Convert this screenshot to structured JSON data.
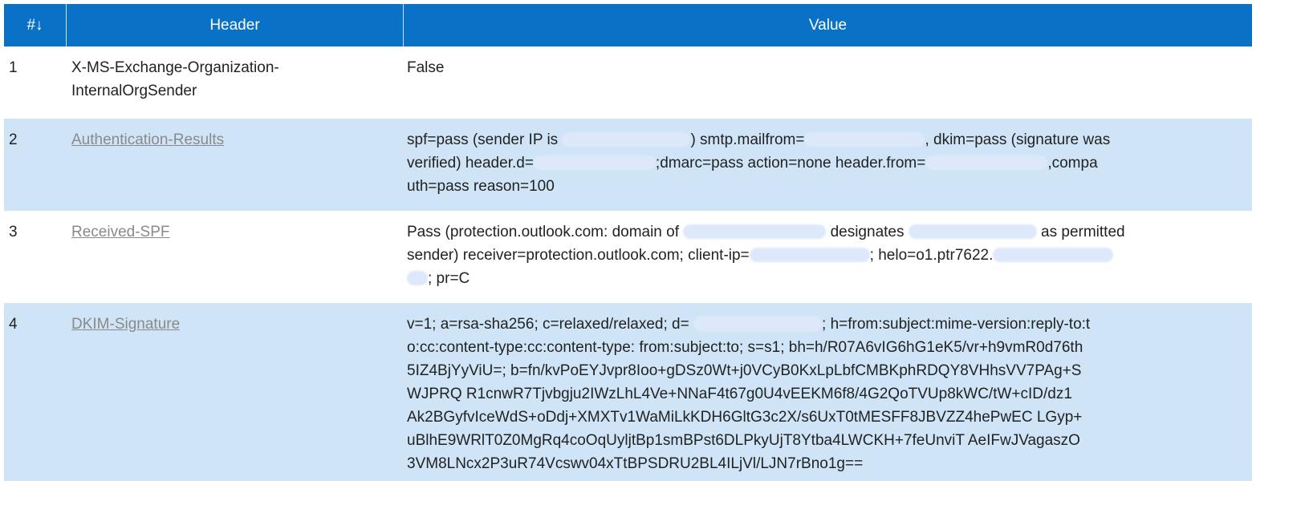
{
  "columns": {
    "num": "#↓",
    "header": "Header",
    "value": "Value"
  },
  "rows": [
    {
      "num": "1",
      "header_lines": [
        "X-MS-Exchange-Organization-",
        "InternalOrgSender"
      ],
      "link": false,
      "value_lines": [
        [
          {
            "t": "False"
          }
        ]
      ]
    },
    {
      "num": "2",
      "header_lines": [
        "Authentication-Results"
      ],
      "link": true,
      "value_lines": [
        [
          {
            "t": "spf=pass (sender IP is "
          },
          {
            "r": 160
          },
          {
            "t": ") smtp.mailfrom="
          },
          {
            "r": 150
          },
          {
            "t": ", dkim=pass (signature was"
          }
        ],
        [
          {
            "t": "verified) header.d="
          },
          {
            "r": 152
          },
          {
            "t": ";dmarc=pass action=none header.from="
          },
          {
            "r": 152
          },
          {
            "t": ",compa"
          }
        ],
        [
          {
            "t": "uth=pass reason=100"
          }
        ]
      ]
    },
    {
      "num": "3",
      "header_lines": [
        "Received-SPF"
      ],
      "link": true,
      "value_lines": [
        [
          {
            "t": "Pass (protection.outlook.com: domain of "
          },
          {
            "r": 178
          },
          {
            "t": " designates "
          },
          {
            "r": 160
          },
          {
            "t": " as permitted"
          }
        ],
        [
          {
            "t": "sender) receiver=protection.outlook.com; client-ip="
          },
          {
            "r": 150
          },
          {
            "t": "; helo=o1.ptr7622."
          },
          {
            "r": 150
          }
        ],
        [
          {
            "r": 26
          },
          {
            "t": "; pr=C"
          }
        ]
      ]
    },
    {
      "num": "4",
      "header_lines": [
        "DKIM-Signature"
      ],
      "link": true,
      "value_lines": [
        [
          {
            "t": "v=1; a=rsa-sha256; c=relaxed/relaxed; d= "
          },
          {
            "r": 160
          },
          {
            "t": "; h=from:subject:mime-version:reply-to:t"
          }
        ],
        [
          {
            "t": "o:cc:content-type:cc:content-type: from:subject:to; s=s1; bh=h/R07A6vIG6hG1eK5/vr+h9vmR0d76th"
          }
        ],
        [
          {
            "t": "5IZ4BjYyViU=; b=fn/kvPoEYJvpr8Ioo+gDSz0Wt+j0VCyB0KxLpLbfCMBKphRDQY8VHhsVV7PAg+S"
          }
        ],
        [
          {
            "t": "WJPRQ R1cnwR7Tjvbgju2IWzLhL4Ve+NNaF4t67g0U4vEEKM6f8/4G2QoTVUp8kWC/tW+cID/dz1"
          }
        ],
        [
          {
            "t": "Ak2BGyfvIceWdS+oDdj+XMXTv1WaMiLkKDH6GltG3c2X/s6UxT0tMESFF8JBVZZ4hePwEC LGyp+"
          }
        ],
        [
          {
            "t": "uBlhE9WRlT0Z0MgRq4coOqUyljtBp1smBPst6DLPkyUjT8Ytba4LWCKH+7feUnviT AeIFwJVagaszO"
          }
        ],
        [
          {
            "t": "3VM8LNcx2P3uR74Vcswv04xTtBPSDRU2BL4ILjVl/LJN7rBno1g=="
          }
        ]
      ]
    }
  ],
  "colors": {
    "header_bg": "#0a72c6",
    "alt_row": "#cfe5f7",
    "link": "#8a8a8a"
  }
}
